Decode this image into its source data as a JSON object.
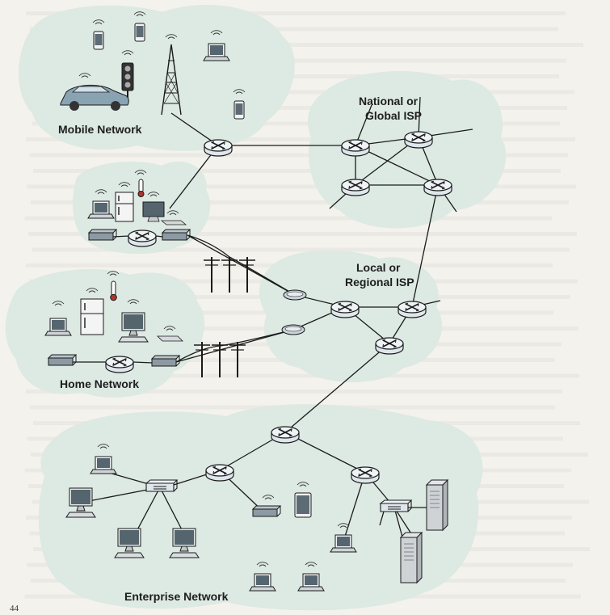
{
  "labels": {
    "mobile": "Mobile Network",
    "national_line1": "National or",
    "national_line2": "Global ISP",
    "local_line1": "Local or",
    "local_line2": "Regional ISP",
    "home": "Home Network",
    "enterprise": "Enterprise Network"
  },
  "page_number": "44",
  "colors": {
    "cloud": "#dde9e3",
    "page": "#f4f2ec",
    "router": "#dfe7ec",
    "line": "#1b1b1b",
    "car": "#8aa3b3",
    "server": "#cfd3d6"
  },
  "icons": [
    "router-icon",
    "laptop-icon",
    "smartphone-icon",
    "tablet-icon",
    "car-icon",
    "traffic-light-icon",
    "cell-tower-icon",
    "desktop-pc-icon",
    "server-icon",
    "refrigerator-icon",
    "thermometer-icon",
    "modem-icon",
    "wifi-access-point-icon",
    "link-layer-switch-icon",
    "utility-pole-icon",
    "tv-icon",
    "wifi-signal-icon"
  ]
}
